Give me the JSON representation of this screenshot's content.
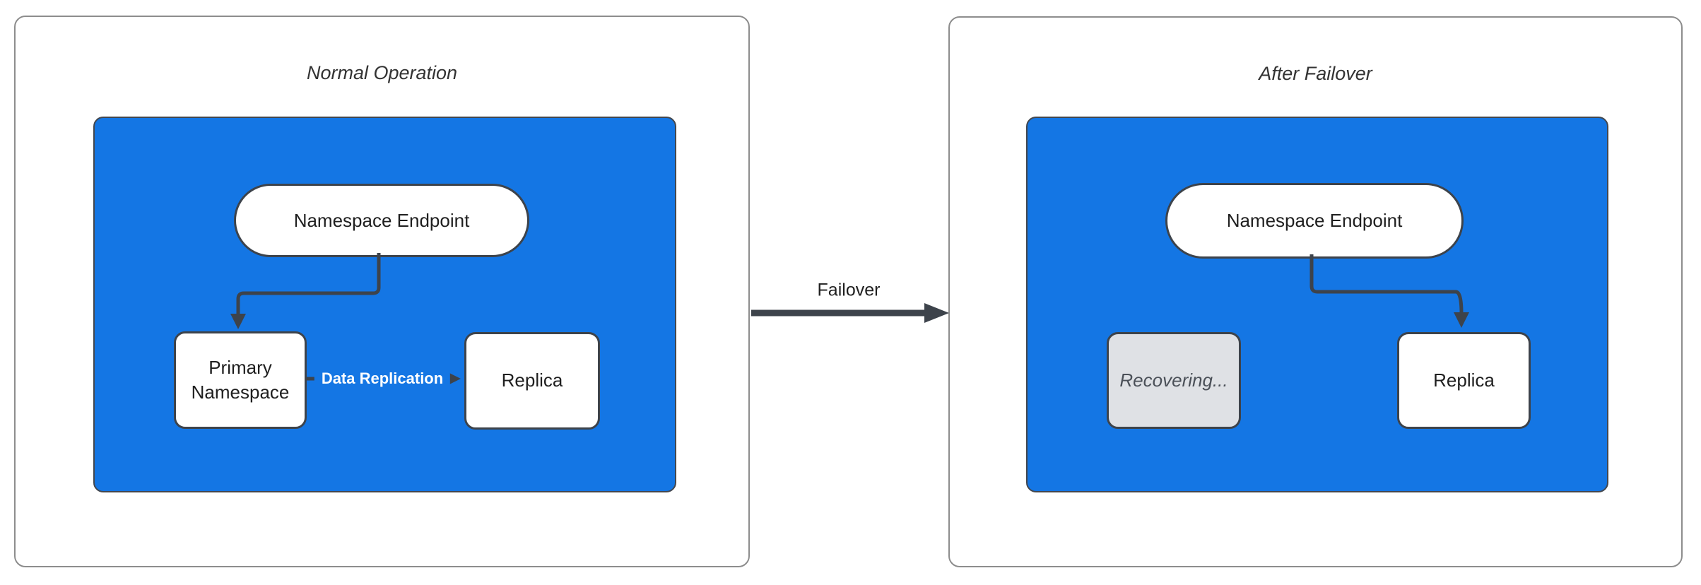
{
  "left_panel": {
    "title": "Normal Operation",
    "nodes": {
      "endpoint": "Namespace Endpoint",
      "primary": "Primary Namespace",
      "replica": "Replica"
    },
    "edge_label": "Data Replication"
  },
  "transition": {
    "label": "Failover"
  },
  "right_panel": {
    "title": "After Failover",
    "nodes": {
      "endpoint": "Namespace Endpoint",
      "recovering": "Recovering...",
      "replica": "Replica"
    }
  },
  "colors": {
    "container_blue": "#1476e4",
    "connector_dark": "#3d434b",
    "panel_border": "#8d8d8d",
    "recovering_fill": "#dfe1e5",
    "recovering_text": "#4b5058",
    "node_text": "#1f1f1f",
    "title_text": "#333333",
    "replication_label_text": "#ffffff"
  }
}
